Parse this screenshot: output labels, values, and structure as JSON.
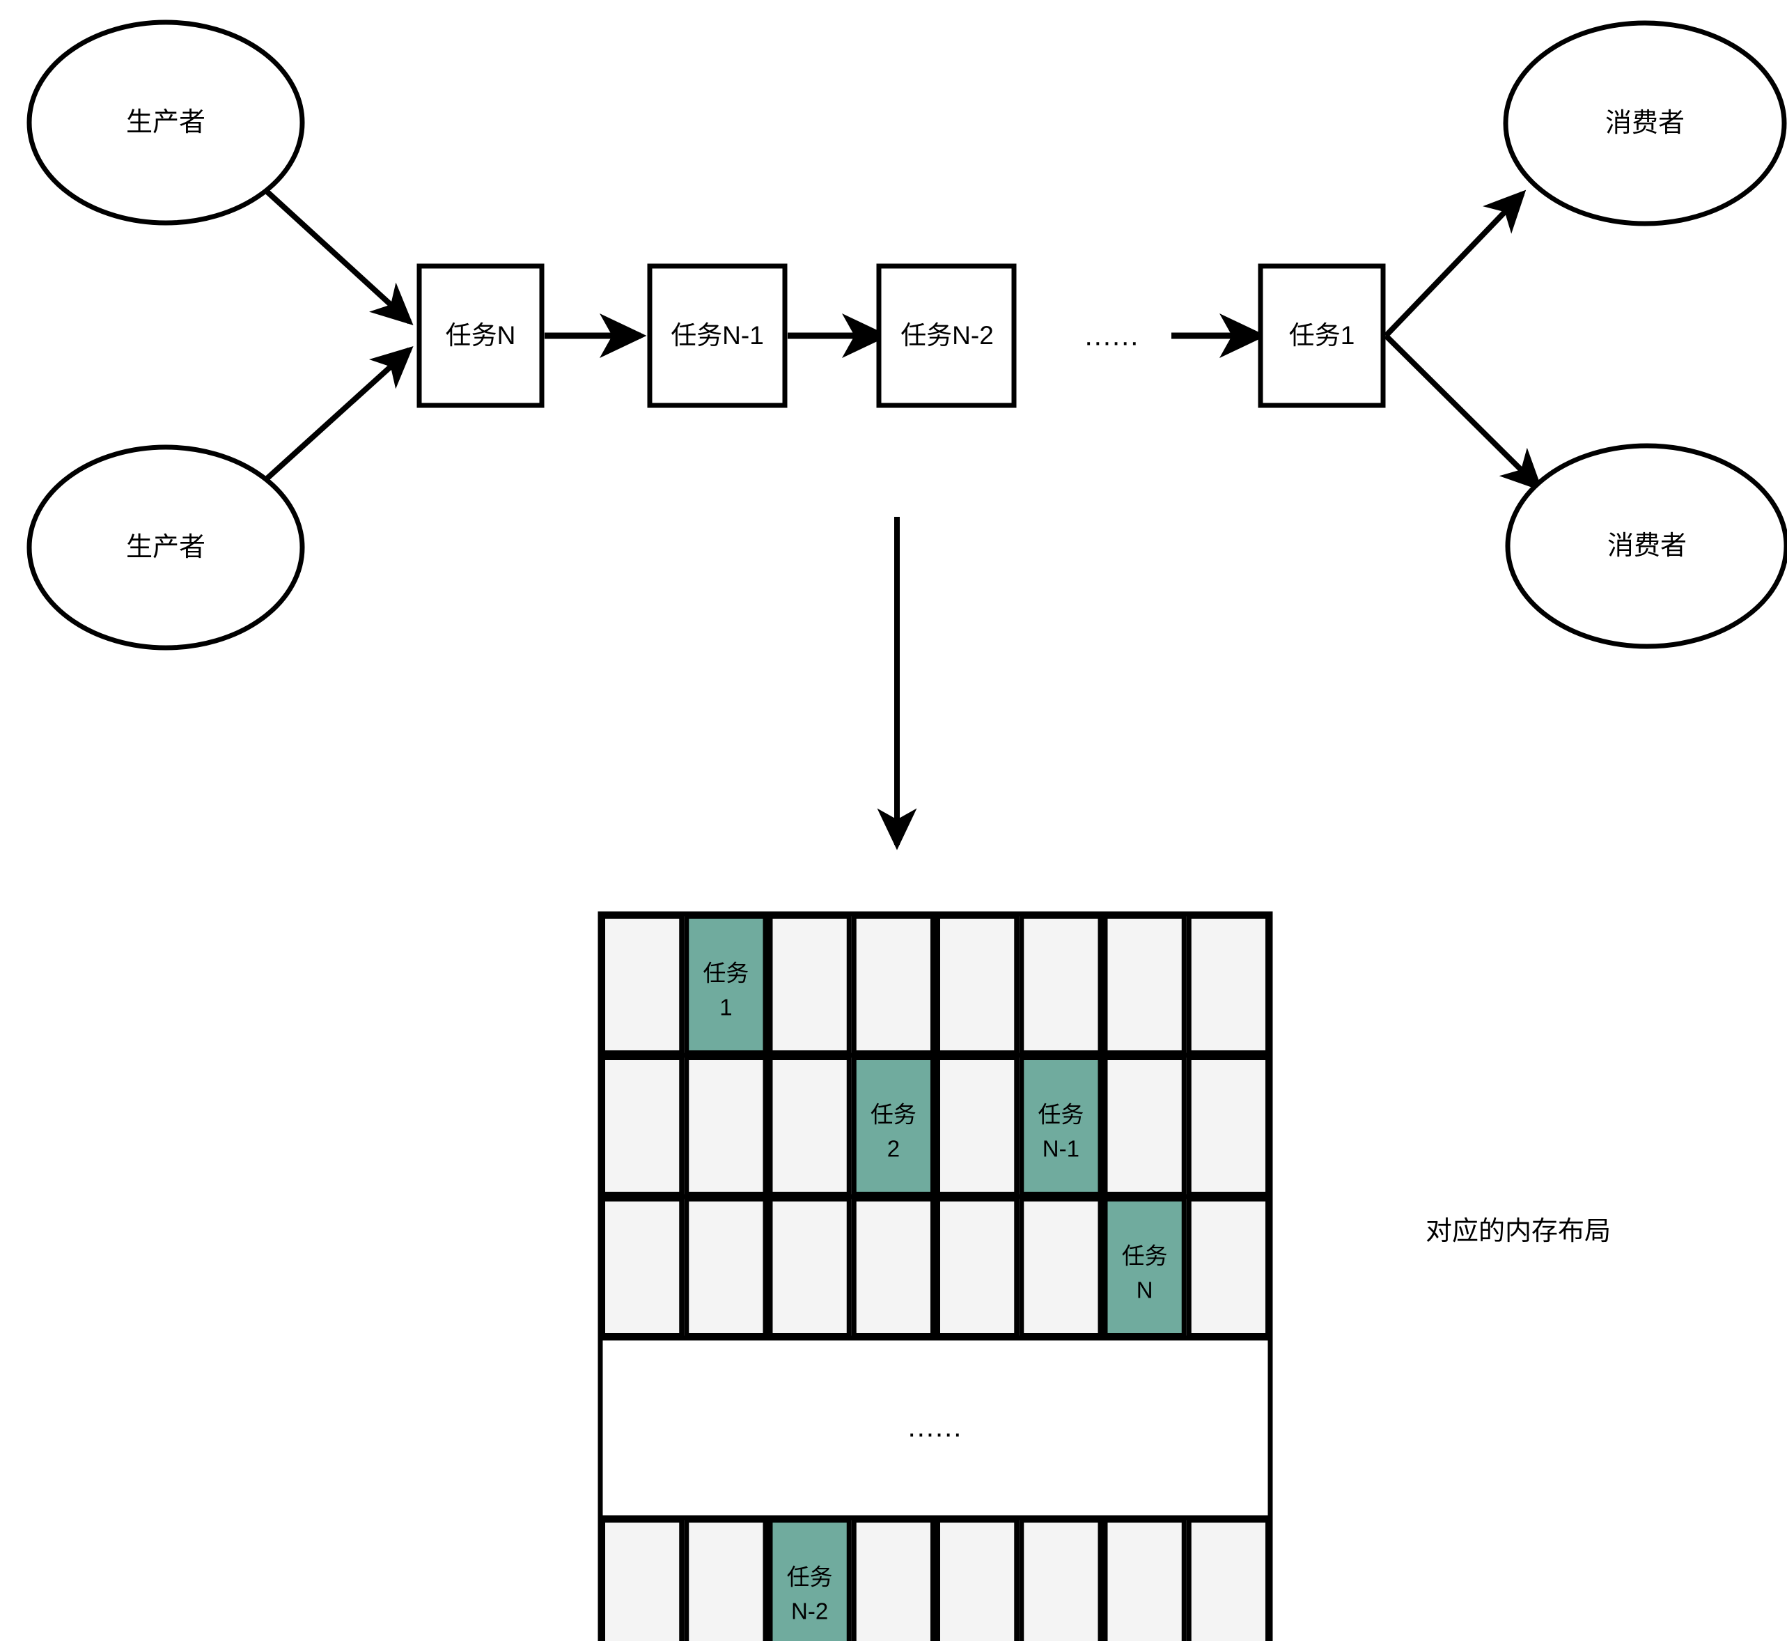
{
  "diagram": {
    "background_color": "#ffffff",
    "stroke_color": "#000000",
    "cell_empty_color": "#f4f4f4",
    "cell_task_color": "#70ab9e",
    "pipeline": {
      "producers": [
        {
          "label": "生产者"
        },
        {
          "label": "生产者"
        }
      ],
      "tasks": [
        {
          "label": "任务N"
        },
        {
          "label": "任务N-1"
        },
        {
          "label": "任务N-2"
        },
        {
          "label": "任务1"
        }
      ],
      "chain_ellipsis": "......",
      "consumers": [
        {
          "label": "消费者"
        },
        {
          "label": "消费者"
        }
      ]
    },
    "memory": {
      "caption": "对应的内存布局",
      "row_ellipsis": "......",
      "columns": 8,
      "rows": [
        {
          "type": "cells",
          "cells": [
            {
              "label": "",
              "filled": false
            },
            {
              "label": "任务\n1",
              "line1": "任务",
              "line2": "1",
              "filled": true
            },
            {
              "label": "",
              "filled": false
            },
            {
              "label": "",
              "filled": false
            },
            {
              "label": "",
              "filled": false
            },
            {
              "label": "",
              "filled": false
            },
            {
              "label": "",
              "filled": false
            },
            {
              "label": "",
              "filled": false
            }
          ]
        },
        {
          "type": "cells",
          "cells": [
            {
              "label": "",
              "filled": false
            },
            {
              "label": "",
              "filled": false
            },
            {
              "label": "",
              "filled": false
            },
            {
              "label": "任务\n2",
              "line1": "任务",
              "line2": "2",
              "filled": true
            },
            {
              "label": "",
              "filled": false
            },
            {
              "label": "任务\nN-1",
              "line1": "任务",
              "line2": "N-1",
              "filled": true
            },
            {
              "label": "",
              "filled": false
            },
            {
              "label": "",
              "filled": false
            }
          ]
        },
        {
          "type": "cells",
          "cells": [
            {
              "label": "",
              "filled": false
            },
            {
              "label": "",
              "filled": false
            },
            {
              "label": "",
              "filled": false
            },
            {
              "label": "",
              "filled": false
            },
            {
              "label": "",
              "filled": false
            },
            {
              "label": "",
              "filled": false
            },
            {
              "label": "任务\nN",
              "line1": "任务",
              "line2": "N",
              "filled": true
            },
            {
              "label": "",
              "filled": false
            }
          ]
        },
        {
          "type": "ellipsis",
          "text": "......"
        },
        {
          "type": "cells",
          "cells": [
            {
              "label": "",
              "filled": false
            },
            {
              "label": "",
              "filled": false
            },
            {
              "label": "任务\nN-2",
              "line1": "任务",
              "line2": "N-2",
              "filled": true
            },
            {
              "label": "",
              "filled": false
            },
            {
              "label": "",
              "filled": false
            },
            {
              "label": "",
              "filled": false
            },
            {
              "label": "",
              "filled": false
            },
            {
              "label": "",
              "filled": false
            }
          ]
        }
      ]
    }
  }
}
